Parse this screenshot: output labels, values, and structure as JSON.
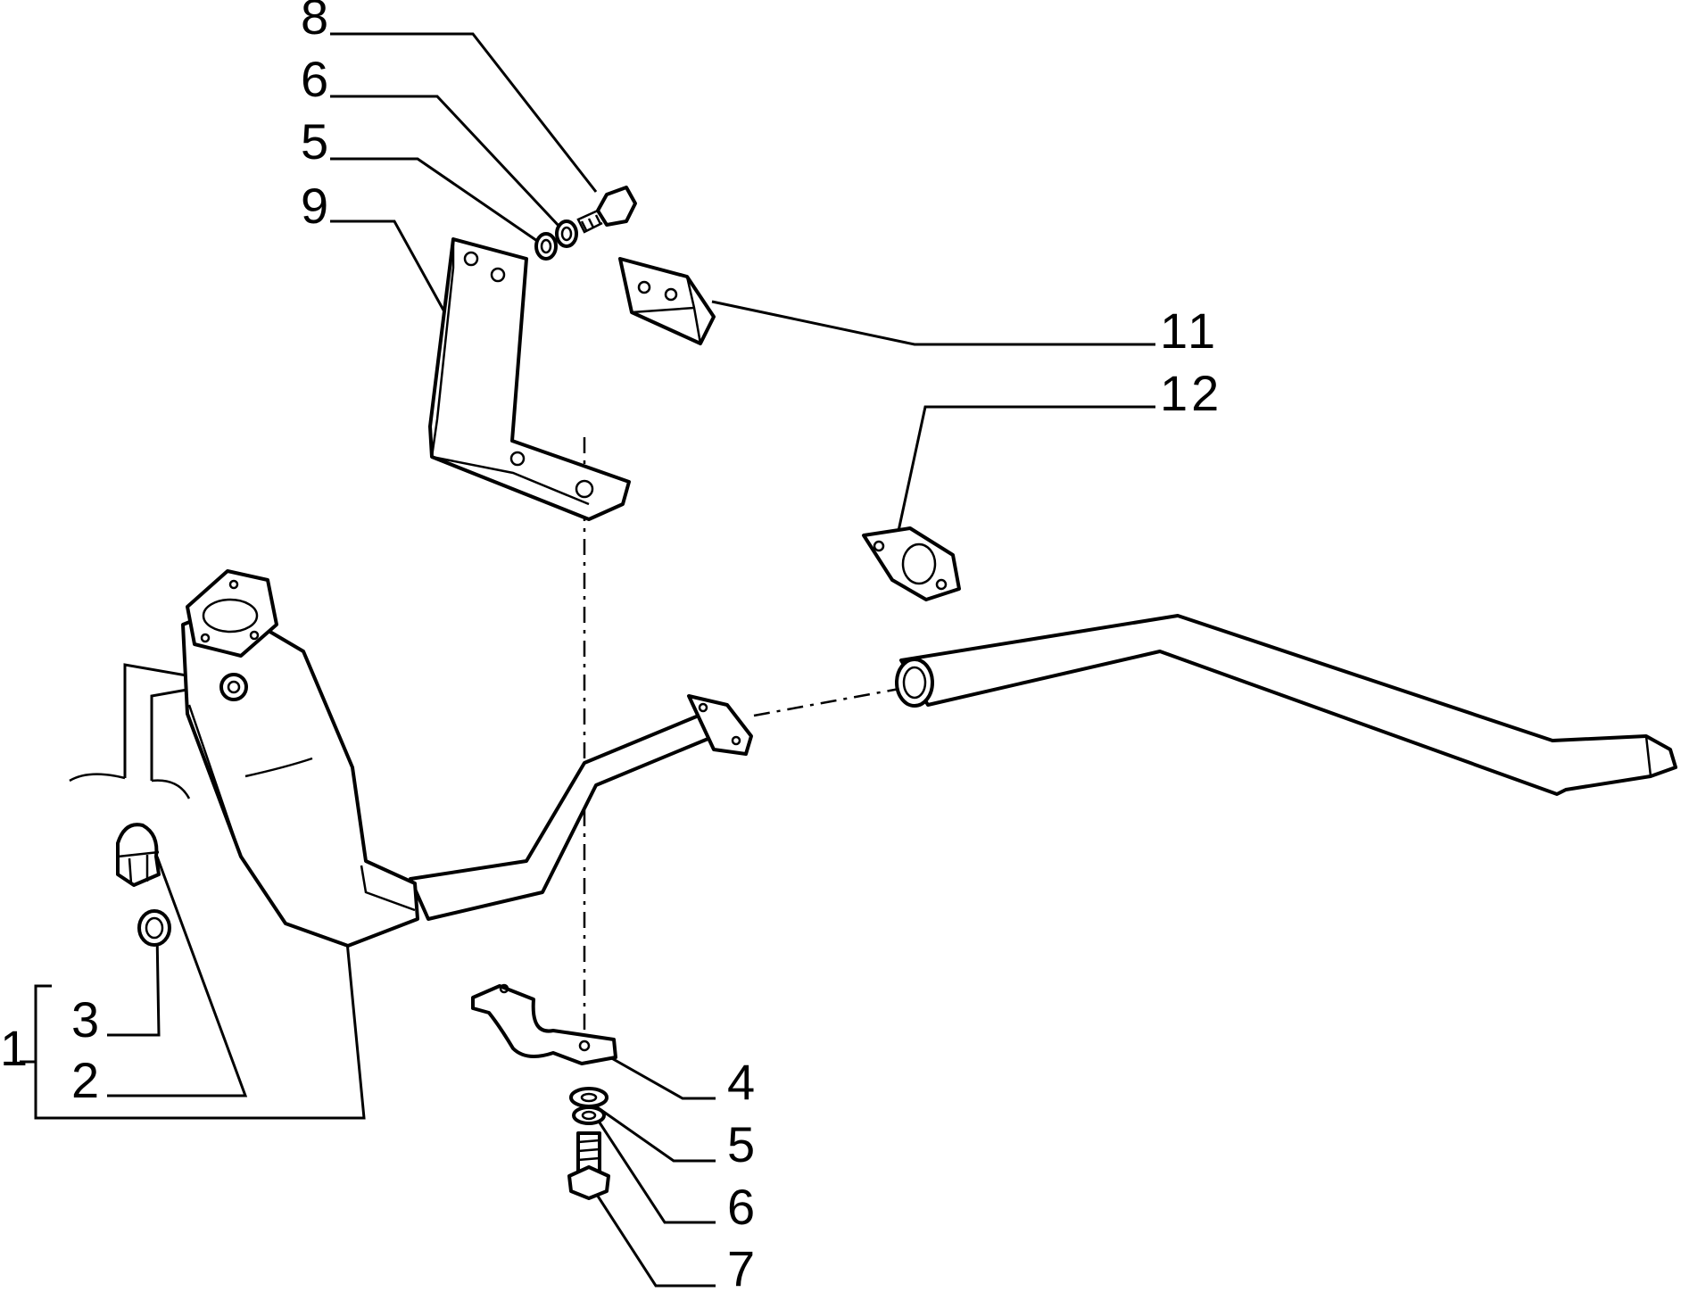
{
  "callouts": [
    {
      "id": "c8a",
      "text": "8"
    },
    {
      "id": "c6a",
      "text": "6"
    },
    {
      "id": "c5a",
      "text": "5"
    },
    {
      "id": "c9",
      "text": "9"
    },
    {
      "id": "c11",
      "text": "11"
    },
    {
      "id": "c12",
      "text": "12"
    },
    {
      "id": "c3",
      "text": "3"
    },
    {
      "id": "c1",
      "text": "1"
    },
    {
      "id": "c2",
      "text": "2"
    },
    {
      "id": "c4",
      "text": "4"
    },
    {
      "id": "c5b",
      "text": "5"
    },
    {
      "id": "c6b",
      "text": "6"
    },
    {
      "id": "c7",
      "text": "7"
    }
  ]
}
